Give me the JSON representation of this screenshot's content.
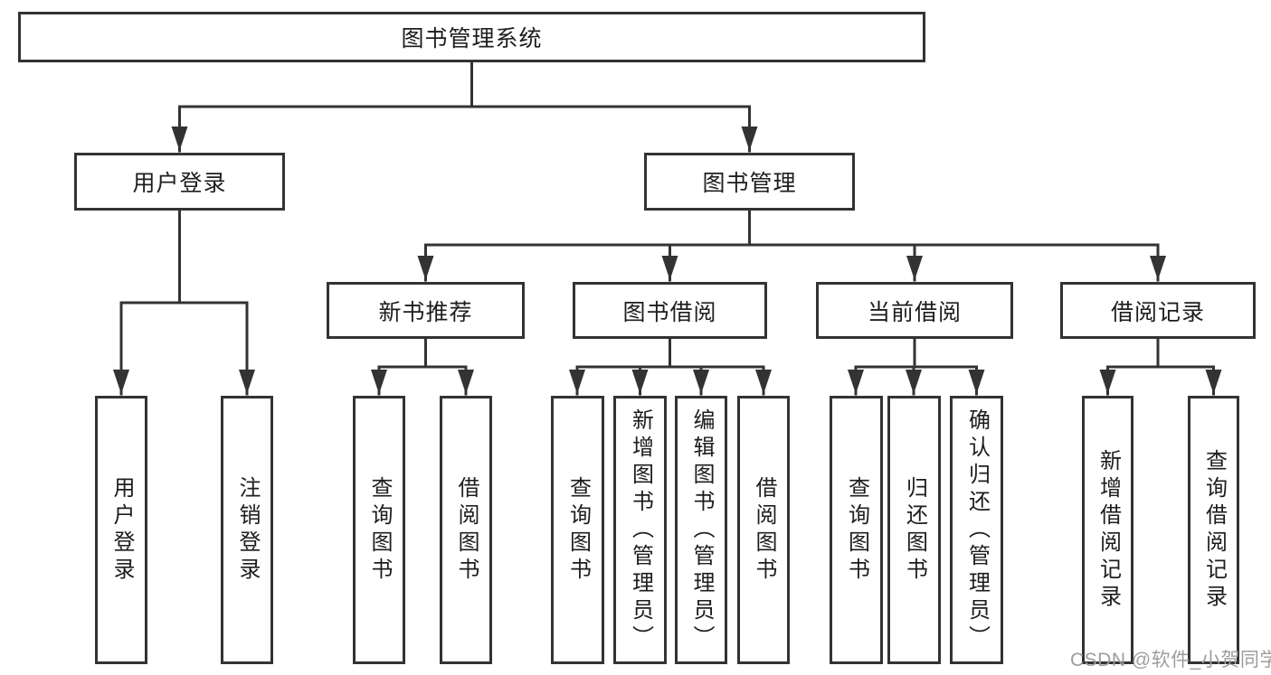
{
  "diagram": {
    "root": "图书管理系统",
    "branches": [
      {
        "label": "用户登录",
        "children": [
          {
            "label": "用户登录"
          },
          {
            "label": "注销登录"
          }
        ]
      },
      {
        "label": "图书管理",
        "groups": [
          {
            "label": "新书推荐",
            "children": [
              {
                "label": "查询图书"
              },
              {
                "label": "借阅图书"
              }
            ]
          },
          {
            "label": "图书借阅",
            "children": [
              {
                "label": "查询图书"
              },
              {
                "label": "新增图书（管理员）"
              },
              {
                "label": "编辑图书（管理员）"
              },
              {
                "label": "借阅图书"
              }
            ]
          },
          {
            "label": "当前借阅",
            "children": [
              {
                "label": "查询图书"
              },
              {
                "label": "归还图书"
              },
              {
                "label": "确认归还（管理员）"
              }
            ]
          },
          {
            "label": "借阅记录",
            "children": [
              {
                "label": "新增借阅记录"
              },
              {
                "label": "查询借阅记录"
              }
            ]
          }
        ]
      }
    ],
    "watermark": "CSDN @软件_小贺同学"
  },
  "colors": {
    "line": "#333333",
    "text": "#1d1d1d",
    "box_background": "#ffffff",
    "watermark": "#9d9d9d"
  }
}
